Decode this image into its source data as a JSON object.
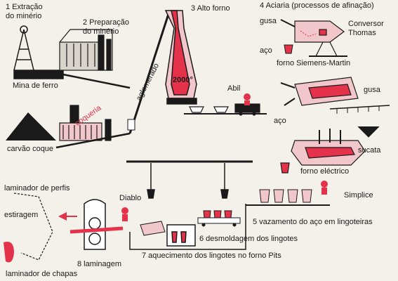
{
  "labels": {
    "step1": "1 Extração\ndo minério",
    "step2": "2 Preparação\ndo minério",
    "step3": "3 Alto forno",
    "step4": "4 Aciaria (processos de afinação)",
    "mina": "Mina de ferro",
    "carvao": "carvão coque",
    "coqueria": "coqueria",
    "aglomerado": "aglomerado",
    "temp": "2000°",
    "abil": "Abil",
    "gusa_top": "gusa",
    "conversor": "Conversor\nThomas",
    "aco_top": "aço",
    "siemens": "forno Siemens-Martin",
    "gusa_mid": "gusa",
    "aco_mid": "aço",
    "sucata": "sucata",
    "forno_eletrico": "forno eléctrico",
    "simplice": "Simplice",
    "diablo": "Diablo",
    "perfis": "laminador de perfis",
    "estiragem": "estiragem",
    "chapas": "laminador de chapas",
    "step5": "5 vazamento do aço em lingoteiras",
    "step6": "6 desmoldagem dos lingotes",
    "step7": "7 aquecimento dos lingotes no forno Pits",
    "step8": "8 laminagem"
  },
  "colors": {
    "ink": "#1a1a1a",
    "accent": "#e5324b",
    "pink": "#f2c7cb",
    "paper": "#f4f1ea"
  }
}
